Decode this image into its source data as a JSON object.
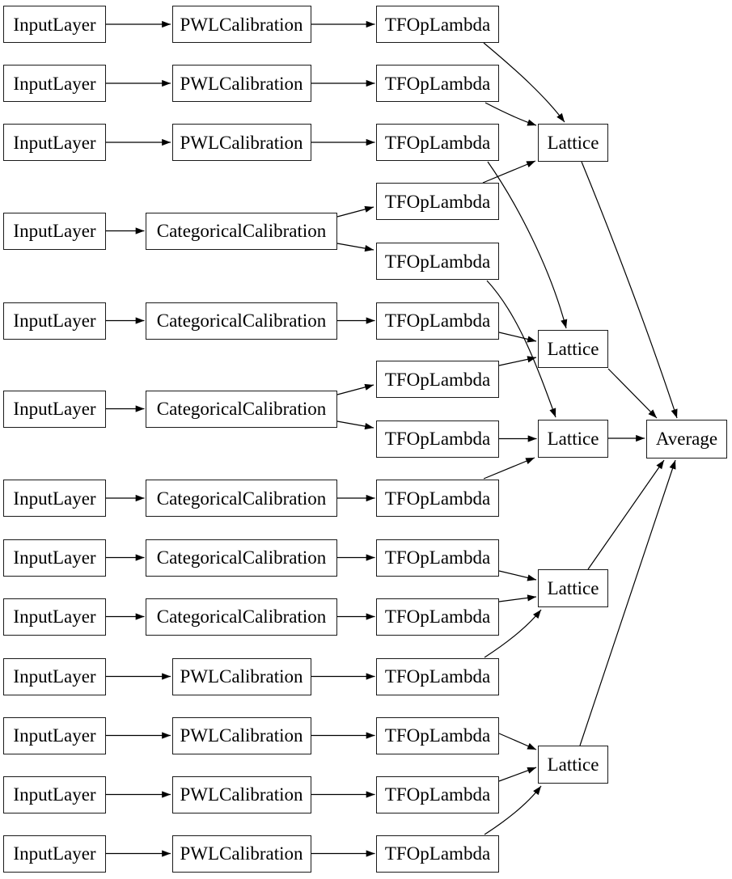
{
  "diagram": {
    "kind": "keras-model-architecture-graph",
    "colors": {
      "background": "#ffffff",
      "node_fill": "#ffffff",
      "node_border": "#1a1a1a",
      "edge": "#000000",
      "text": "#000000"
    },
    "nodes": [
      {
        "id": "i1",
        "label": "InputLayer"
      },
      {
        "id": "i2",
        "label": "InputLayer"
      },
      {
        "id": "i3",
        "label": "InputLayer"
      },
      {
        "id": "i4",
        "label": "InputLayer"
      },
      {
        "id": "i5",
        "label": "InputLayer"
      },
      {
        "id": "i6",
        "label": "InputLayer"
      },
      {
        "id": "i7",
        "label": "InputLayer"
      },
      {
        "id": "i8",
        "label": "InputLayer"
      },
      {
        "id": "i9",
        "label": "InputLayer"
      },
      {
        "id": "i10",
        "label": "InputLayer"
      },
      {
        "id": "i11",
        "label": "InputLayer"
      },
      {
        "id": "i12",
        "label": "InputLayer"
      },
      {
        "id": "i13",
        "label": "InputLayer"
      },
      {
        "id": "c1",
        "label": "PWLCalibration"
      },
      {
        "id": "c2",
        "label": "PWLCalibration"
      },
      {
        "id": "c3",
        "label": "PWLCalibration"
      },
      {
        "id": "c4",
        "label": "CategoricalCalibration"
      },
      {
        "id": "c5",
        "label": "CategoricalCalibration"
      },
      {
        "id": "c6",
        "label": "CategoricalCalibration"
      },
      {
        "id": "c7",
        "label": "CategoricalCalibration"
      },
      {
        "id": "c8",
        "label": "CategoricalCalibration"
      },
      {
        "id": "c9",
        "label": "CategoricalCalibration"
      },
      {
        "id": "c10",
        "label": "PWLCalibration"
      },
      {
        "id": "c11",
        "label": "PWLCalibration"
      },
      {
        "id": "c12",
        "label": "PWLCalibration"
      },
      {
        "id": "c13",
        "label": "PWLCalibration"
      },
      {
        "id": "t1",
        "label": "TFOpLambda"
      },
      {
        "id": "t2",
        "label": "TFOpLambda"
      },
      {
        "id": "t3",
        "label": "TFOpLambda"
      },
      {
        "id": "t4",
        "label": "TFOpLambda"
      },
      {
        "id": "t5",
        "label": "TFOpLambda"
      },
      {
        "id": "t6",
        "label": "TFOpLambda"
      },
      {
        "id": "t7",
        "label": "TFOpLambda"
      },
      {
        "id": "t8",
        "label": "TFOpLambda"
      },
      {
        "id": "t9",
        "label": "TFOpLambda"
      },
      {
        "id": "t10",
        "label": "TFOpLambda"
      },
      {
        "id": "t11",
        "label": "TFOpLambda"
      },
      {
        "id": "t12",
        "label": "TFOpLambda"
      },
      {
        "id": "t13",
        "label": "TFOpLambda"
      },
      {
        "id": "t14",
        "label": "TFOpLambda"
      },
      {
        "id": "t15",
        "label": "TFOpLambda"
      },
      {
        "id": "l1",
        "label": "Lattice"
      },
      {
        "id": "l2",
        "label": "Lattice"
      },
      {
        "id": "l3",
        "label": "Lattice"
      },
      {
        "id": "l4",
        "label": "Lattice"
      },
      {
        "id": "l5",
        "label": "Lattice"
      },
      {
        "id": "avg",
        "label": "Average"
      }
    ],
    "edges": [
      {
        "from": "i1",
        "to": "c1"
      },
      {
        "from": "i2",
        "to": "c2"
      },
      {
        "from": "i3",
        "to": "c3"
      },
      {
        "from": "i4",
        "to": "c4"
      },
      {
        "from": "i5",
        "to": "c5"
      },
      {
        "from": "i6",
        "to": "c6"
      },
      {
        "from": "i7",
        "to": "c7"
      },
      {
        "from": "i8",
        "to": "c8"
      },
      {
        "from": "i9",
        "to": "c9"
      },
      {
        "from": "i10",
        "to": "c10"
      },
      {
        "from": "i11",
        "to": "c11"
      },
      {
        "from": "i12",
        "to": "c12"
      },
      {
        "from": "i13",
        "to": "c13"
      },
      {
        "from": "c1",
        "to": "t1"
      },
      {
        "from": "c2",
        "to": "t2"
      },
      {
        "from": "c3",
        "to": "t3"
      },
      {
        "from": "c4",
        "to": "t4"
      },
      {
        "from": "c4",
        "to": "t5"
      },
      {
        "from": "c5",
        "to": "t6"
      },
      {
        "from": "c6",
        "to": "t7"
      },
      {
        "from": "c6",
        "to": "t8"
      },
      {
        "from": "c7",
        "to": "t9"
      },
      {
        "from": "c8",
        "to": "t10"
      },
      {
        "from": "c9",
        "to": "t11"
      },
      {
        "from": "c10",
        "to": "t12"
      },
      {
        "from": "c11",
        "to": "t13"
      },
      {
        "from": "c12",
        "to": "t14"
      },
      {
        "from": "c13",
        "to": "t15"
      },
      {
        "from": "t1",
        "to": "l1"
      },
      {
        "from": "t2",
        "to": "l1"
      },
      {
        "from": "t4",
        "to": "l1"
      },
      {
        "from": "t3",
        "to": "l2"
      },
      {
        "from": "t6",
        "to": "l2"
      },
      {
        "from": "t7",
        "to": "l2"
      },
      {
        "from": "t5",
        "to": "l3"
      },
      {
        "from": "t8",
        "to": "l3"
      },
      {
        "from": "t9",
        "to": "l3"
      },
      {
        "from": "t10",
        "to": "l4"
      },
      {
        "from": "t11",
        "to": "l4"
      },
      {
        "from": "t12",
        "to": "l4"
      },
      {
        "from": "t13",
        "to": "l5"
      },
      {
        "from": "t14",
        "to": "l5"
      },
      {
        "from": "t15",
        "to": "l5"
      },
      {
        "from": "l1",
        "to": "avg"
      },
      {
        "from": "l2",
        "to": "avg"
      },
      {
        "from": "l3",
        "to": "avg"
      },
      {
        "from": "l4",
        "to": "avg"
      },
      {
        "from": "l5",
        "to": "avg"
      }
    ]
  }
}
